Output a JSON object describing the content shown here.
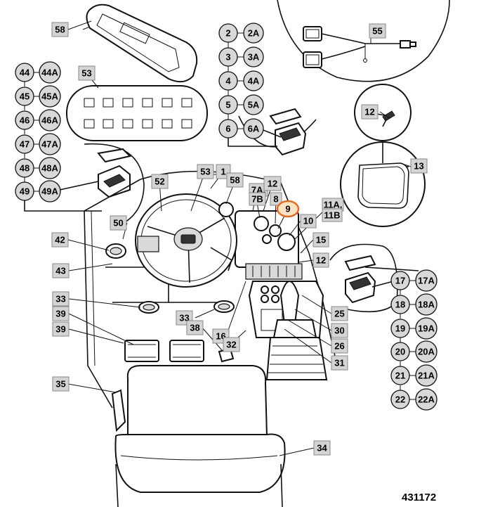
{
  "drawing_number": "431172",
  "highlighted_callout": "9",
  "labels": {
    "c2": "2",
    "c2a": "2A",
    "c3": "3",
    "c3a": "3A",
    "c4": "4",
    "c4a": "4A",
    "c5": "5",
    "c5a": "5A",
    "c6": "6",
    "c6a": "6A",
    "c44": "44",
    "c44a": "44A",
    "c45": "45",
    "c45a": "45A",
    "c46": "46",
    "c46a": "46A",
    "c47": "47",
    "c47a": "47A",
    "c48": "48",
    "c48a": "48A",
    "c49": "49",
    "c49a": "49A",
    "c17": "17",
    "c17a": "17A",
    "c18": "18",
    "c18a": "18A",
    "c19": "19",
    "c19a": "19A",
    "c20": "20",
    "c20a": "20A",
    "c21": "21",
    "c21a": "21A",
    "c22": "22",
    "c22a": "22A",
    "b58top": "58",
    "b53": "53",
    "b55": "55",
    "b12a": "12",
    "b13": "13",
    "b52": "52",
    "b53b": "53",
    "b1": "1",
    "b58b": "58",
    "b7a": "7A,",
    "b7b": "7B",
    "b12b": "12",
    "b8": "8",
    "b9": "9",
    "b11a": "11A,",
    "b11b": "11B",
    "b10": "10",
    "b15": "15",
    "b12c": "12",
    "b50": "50",
    "b42": "42",
    "b43": "43",
    "b33a": "33",
    "b33b": "33",
    "b39a": "39",
    "b39b": "39",
    "b38": "38",
    "b16": "16",
    "b32": "32",
    "b25": "25",
    "b30": "30",
    "b26": "26",
    "b31": "31",
    "b35": "35",
    "b34": "34"
  }
}
